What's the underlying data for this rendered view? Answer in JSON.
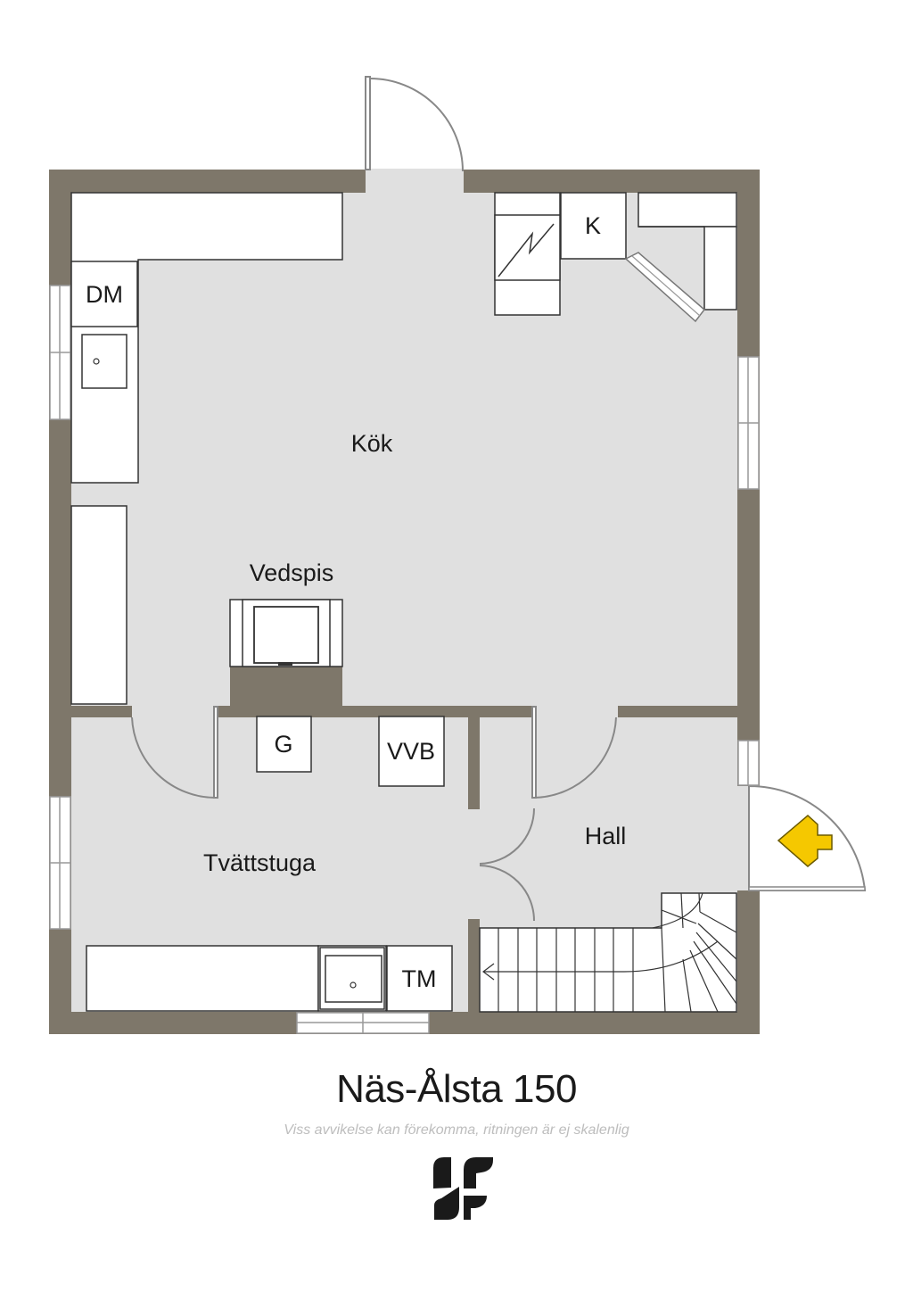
{
  "rooms": {
    "kok": "Kök",
    "vedspis": "Vedspis",
    "tvattstuga": "Tvättstuga",
    "hall": "Hall"
  },
  "fixtures": {
    "dm": "DM",
    "k": "K",
    "g": "G",
    "vvb": "VVB",
    "tm": "TM"
  },
  "title": "Näs-Ålsta 150",
  "subtitle": "Viss avvikelse kan förekomma, ritningen är ej skalenlig",
  "logo": {
    "icon": "company-logo-icon",
    "letters": "SF"
  },
  "colors": {
    "wall": "#7e776a",
    "floor": "#e0e0e0",
    "entrance_arrow": "#f5c800"
  }
}
